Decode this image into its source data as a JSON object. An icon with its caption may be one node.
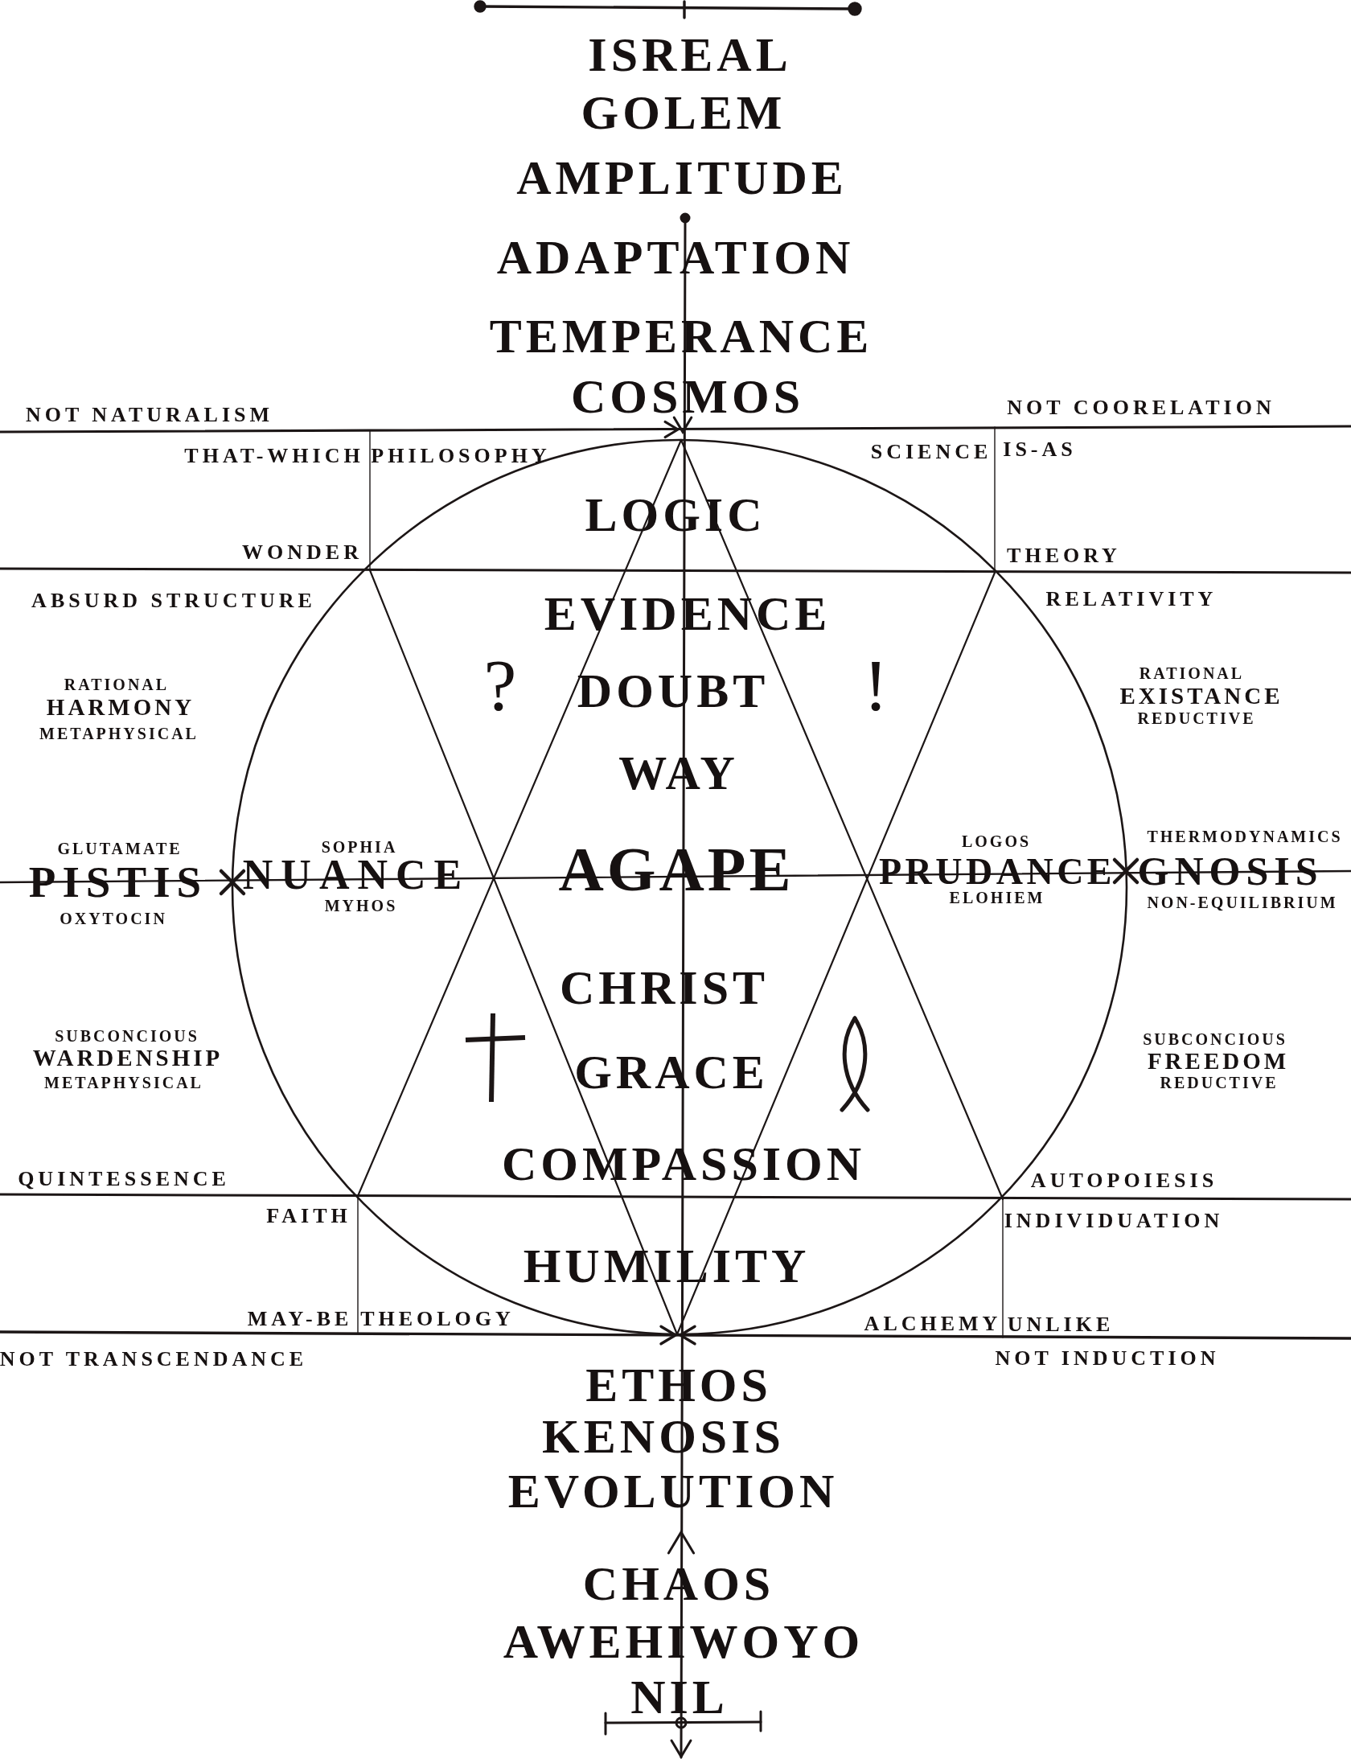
{
  "diagram": {
    "labels": [
      "ISREAL",
      "GOLEM",
      "AMPLITUDE",
      "ADAPTATION",
      "TEMPERANCE",
      "COSMOS",
      "NOT NATURALISM",
      "NOT COORELATION",
      "THAT-WHICH",
      "PHILOSOPHY",
      "SCIENCE",
      "IS-AS",
      "LOGIC",
      "WONDER",
      "THEORY",
      "ABSURD STRUCTURE",
      "RELATIVITY",
      "EVIDENCE",
      "RATIONAL",
      "HARMONY",
      "METAPHYSICAL",
      "?",
      "DOUBT",
      "!",
      "RATIONAL",
      "EXISTANCE",
      "REDUCTIVE",
      "WAY",
      "GLUTAMATE",
      "SOPHIA",
      "LOGOS",
      "THERMODYNAMICS",
      "PISTIS",
      "NUANCE",
      "AGAPE",
      "PRUDANCE",
      "GNOSIS",
      "OXYTOCIN",
      "MYHOS",
      "ELOHIEM",
      "NON-EQUILIBRIUM",
      "CHRIST",
      "SUBCONCIOUS",
      "WARDENSHIP",
      "METAPHYSICAL",
      "GRACE",
      "SUBCONCIOUS",
      "FREEDOM",
      "REDUCTIVE",
      "COMPASSION",
      "QUINTESSENCE",
      "AUTOPOIESIS",
      "FAITH",
      "INDIVIDUATION",
      "HUMILITY",
      "MAY-BE",
      "THEOLOGY",
      "ALCHEMY",
      "UNLIKE",
      "NOT TRANSCENDANCE",
      "NOT INDUCTION",
      "ETHOS",
      "KENOSIS",
      "EVOLUTION",
      "CHAOS",
      "AWEHIWOYO",
      "NIL"
    ]
  }
}
